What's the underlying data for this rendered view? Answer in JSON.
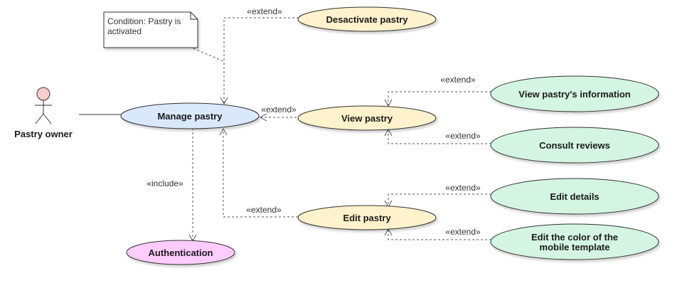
{
  "actor": {
    "label": "Pastry owner",
    "head_color": "#f8cecc"
  },
  "note": {
    "lines": [
      "Condition: Pastry is",
      "activated"
    ]
  },
  "use_cases": {
    "manage": {
      "label": "Manage pastry",
      "fill": "#dae8fc"
    },
    "desactivate": {
      "label": "Desactivate pastry",
      "fill": "#fff2cc"
    },
    "view": {
      "label": "View pastry",
      "fill": "#fff2cc"
    },
    "edit": {
      "label": "Edit pastry",
      "fill": "#fff2cc"
    },
    "authentication": {
      "label": "Authentication",
      "fill": "#ffccff"
    },
    "view_info": {
      "label": "View pastry's information",
      "fill": "#d5f5e3"
    },
    "consult_reviews": {
      "label": "Consult reviews",
      "fill": "#d5f5e3"
    },
    "edit_details": {
      "label": "Edit details",
      "fill": "#d5f5e3"
    },
    "edit_color": {
      "lines": [
        "Edit the color of the",
        "mobile template"
      ],
      "fill": "#d5f5e3"
    }
  },
  "relations": {
    "extend_label": "«extend»",
    "include_label": "«include»"
  }
}
